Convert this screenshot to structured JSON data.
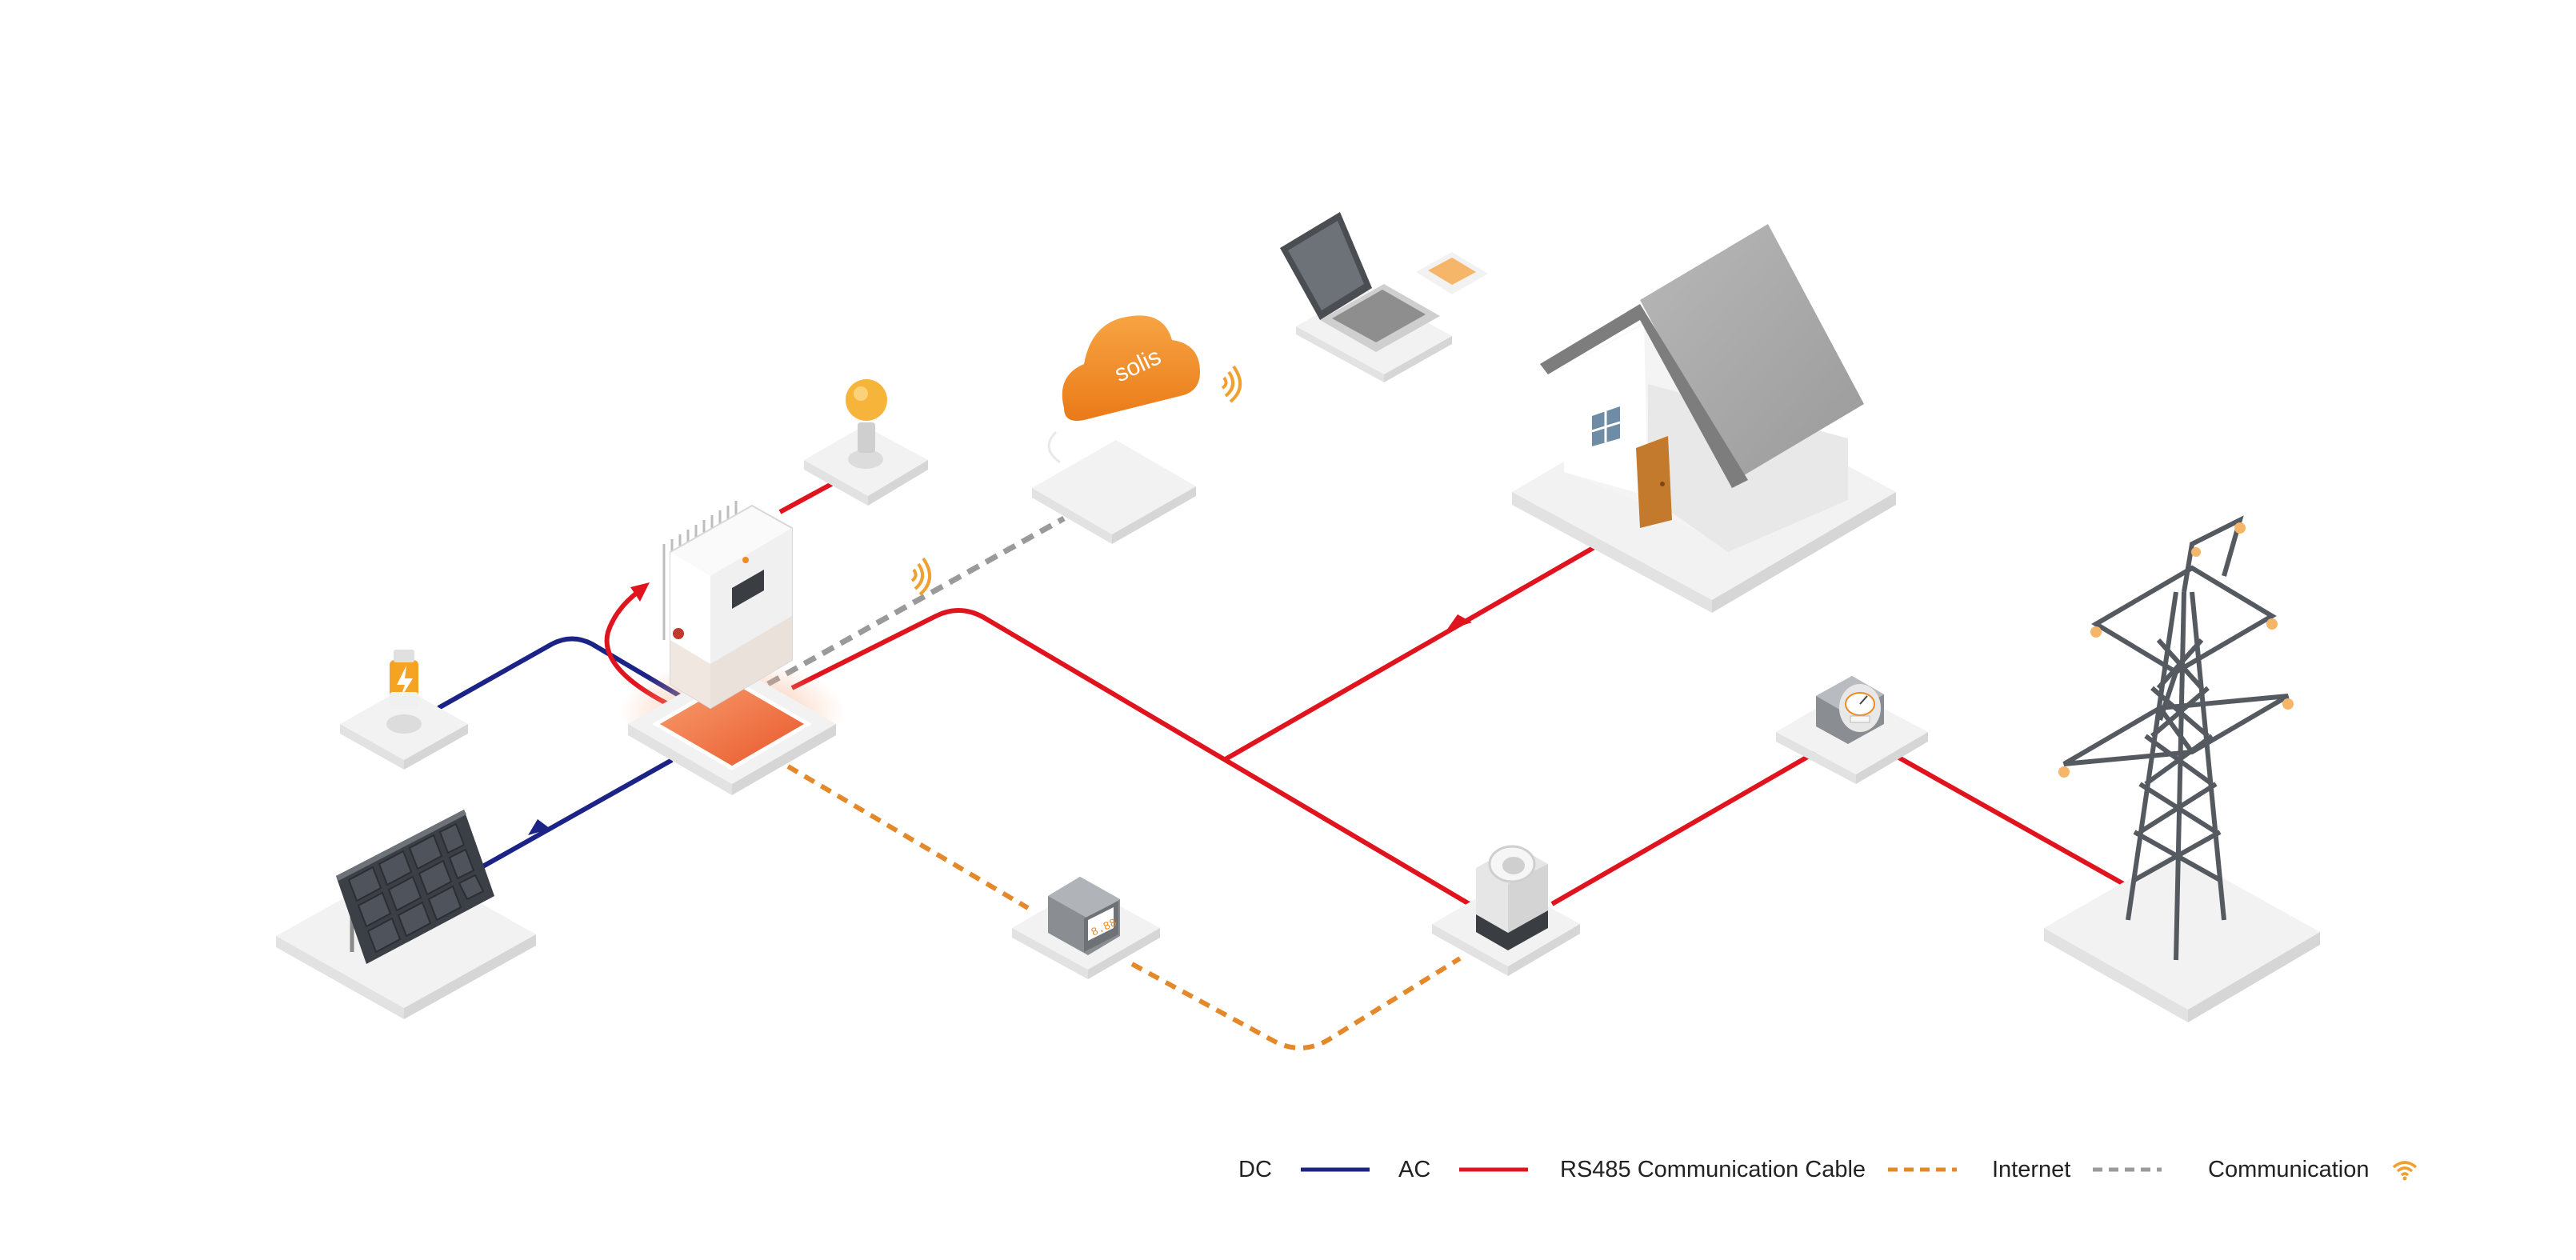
{
  "colors": {
    "dc": "#1c2386",
    "ac": "#e0141e",
    "rs485": "#e4882a",
    "internet": "#9a9a9a",
    "communication": "#f0a030",
    "platform": "#f2f2f2",
    "brand_orange": "#f08a24"
  },
  "cloud": {
    "logo_text": "solis"
  },
  "meter_display": {
    "reading": "8.88"
  },
  "components": [
    {
      "name": "solar-panel-icon"
    },
    {
      "name": "battery-icon"
    },
    {
      "name": "inverter-icon"
    },
    {
      "name": "light-bulb-icon"
    },
    {
      "name": "cloud-icon"
    },
    {
      "name": "laptop-icon"
    },
    {
      "name": "house-icon"
    },
    {
      "name": "smart-meter-icon"
    },
    {
      "name": "ct-sensor-icon"
    },
    {
      "name": "energy-meter-icon"
    },
    {
      "name": "transmission-tower-icon"
    }
  ],
  "legend": {
    "dc": "DC",
    "ac": "AC",
    "rs485": "RS485 Communication Cable",
    "internet": "Internet",
    "communication": "Communication"
  }
}
